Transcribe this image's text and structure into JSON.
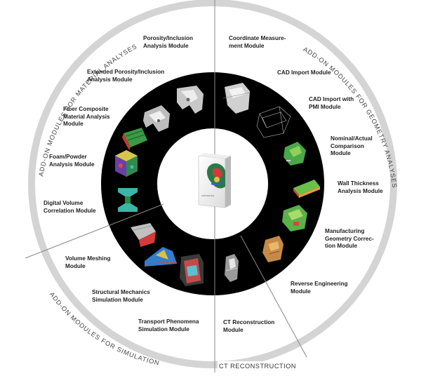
{
  "band_labels": {
    "material": "ADD-ON MODULES FOR MATERIAL ANALYSES",
    "geometry": "ADD-ON MODULES FOR GEOMETRY ANALYSES",
    "simulation": "ADD-ON MODULES FOR SIMULATION",
    "ct": "CT RECONSTRUCTION"
  },
  "product_box": {
    "brand_text": "VGSTUDIO MAX",
    "icon": "software-product-box-icon"
  },
  "modules": {
    "porosity": [
      "Porosity/Inclusion",
      "Analysis Module"
    ],
    "ext_porosity": [
      "Extended Porosity/Inclusion",
      "Analysis Module"
    ],
    "fiber": [
      "Fiber Composite",
      "Material Analysis",
      "Module"
    ],
    "foam": [
      "Foam/Powder",
      "Analysis Module"
    ],
    "dvc": [
      "Digital Volume",
      "Correlation Module"
    ],
    "coord": [
      "Coordinate Measure-",
      "ment Module"
    ],
    "cad": [
      "CAD Import Module"
    ],
    "cad_pmi": [
      "CAD Import with",
      "PMI Module"
    ],
    "nominal": [
      "Nominal/Actual",
      "Comparison",
      "Module"
    ],
    "wall": [
      "Wall Thickness",
      "Analysis Module"
    ],
    "manufacturing": [
      "Manufacturing",
      "Geometry Correc-",
      "tion Module"
    ],
    "reverse": [
      "Reverse Engineering",
      "Module"
    ],
    "ct_recon": [
      "CT Reconstruction",
      "Module"
    ],
    "meshing": [
      "Volume Meshing",
      "Module"
    ],
    "structural": [
      "Structural Mechanics",
      "Simulation Module"
    ],
    "transport": [
      "Transport Phenomena",
      "Simulation Module"
    ]
  },
  "icons": [
    "porosity-casting-thumbnail-icon",
    "extended-porosity-casting-thumbnail-icon",
    "fiber-composite-thumbnail-icon",
    "foam-powder-cube-thumbnail-icon",
    "digital-volume-correlation-thumbnail-icon",
    "coordinate-measurement-thumbnail-icon",
    "cad-import-wireframe-thumbnail-icon",
    "cad-pmi-thumbnail-icon",
    "nominal-actual-comparison-thumbnail-icon",
    "wall-thickness-thumbnail-icon",
    "manufacturing-correction-thumbnail-icon",
    "reverse-engineering-thumbnail-icon",
    "ct-reconstruction-thumbnail-icon",
    "volume-meshing-thumbnail-icon",
    "structural-mechanics-thumbnail-icon",
    "transport-phenomena-thumbnail-icon"
  ],
  "colors": {
    "outer_band": "#d4d4d4",
    "inner_ring": "#000000",
    "divider": "#777777",
    "label_text": "#222222"
  }
}
